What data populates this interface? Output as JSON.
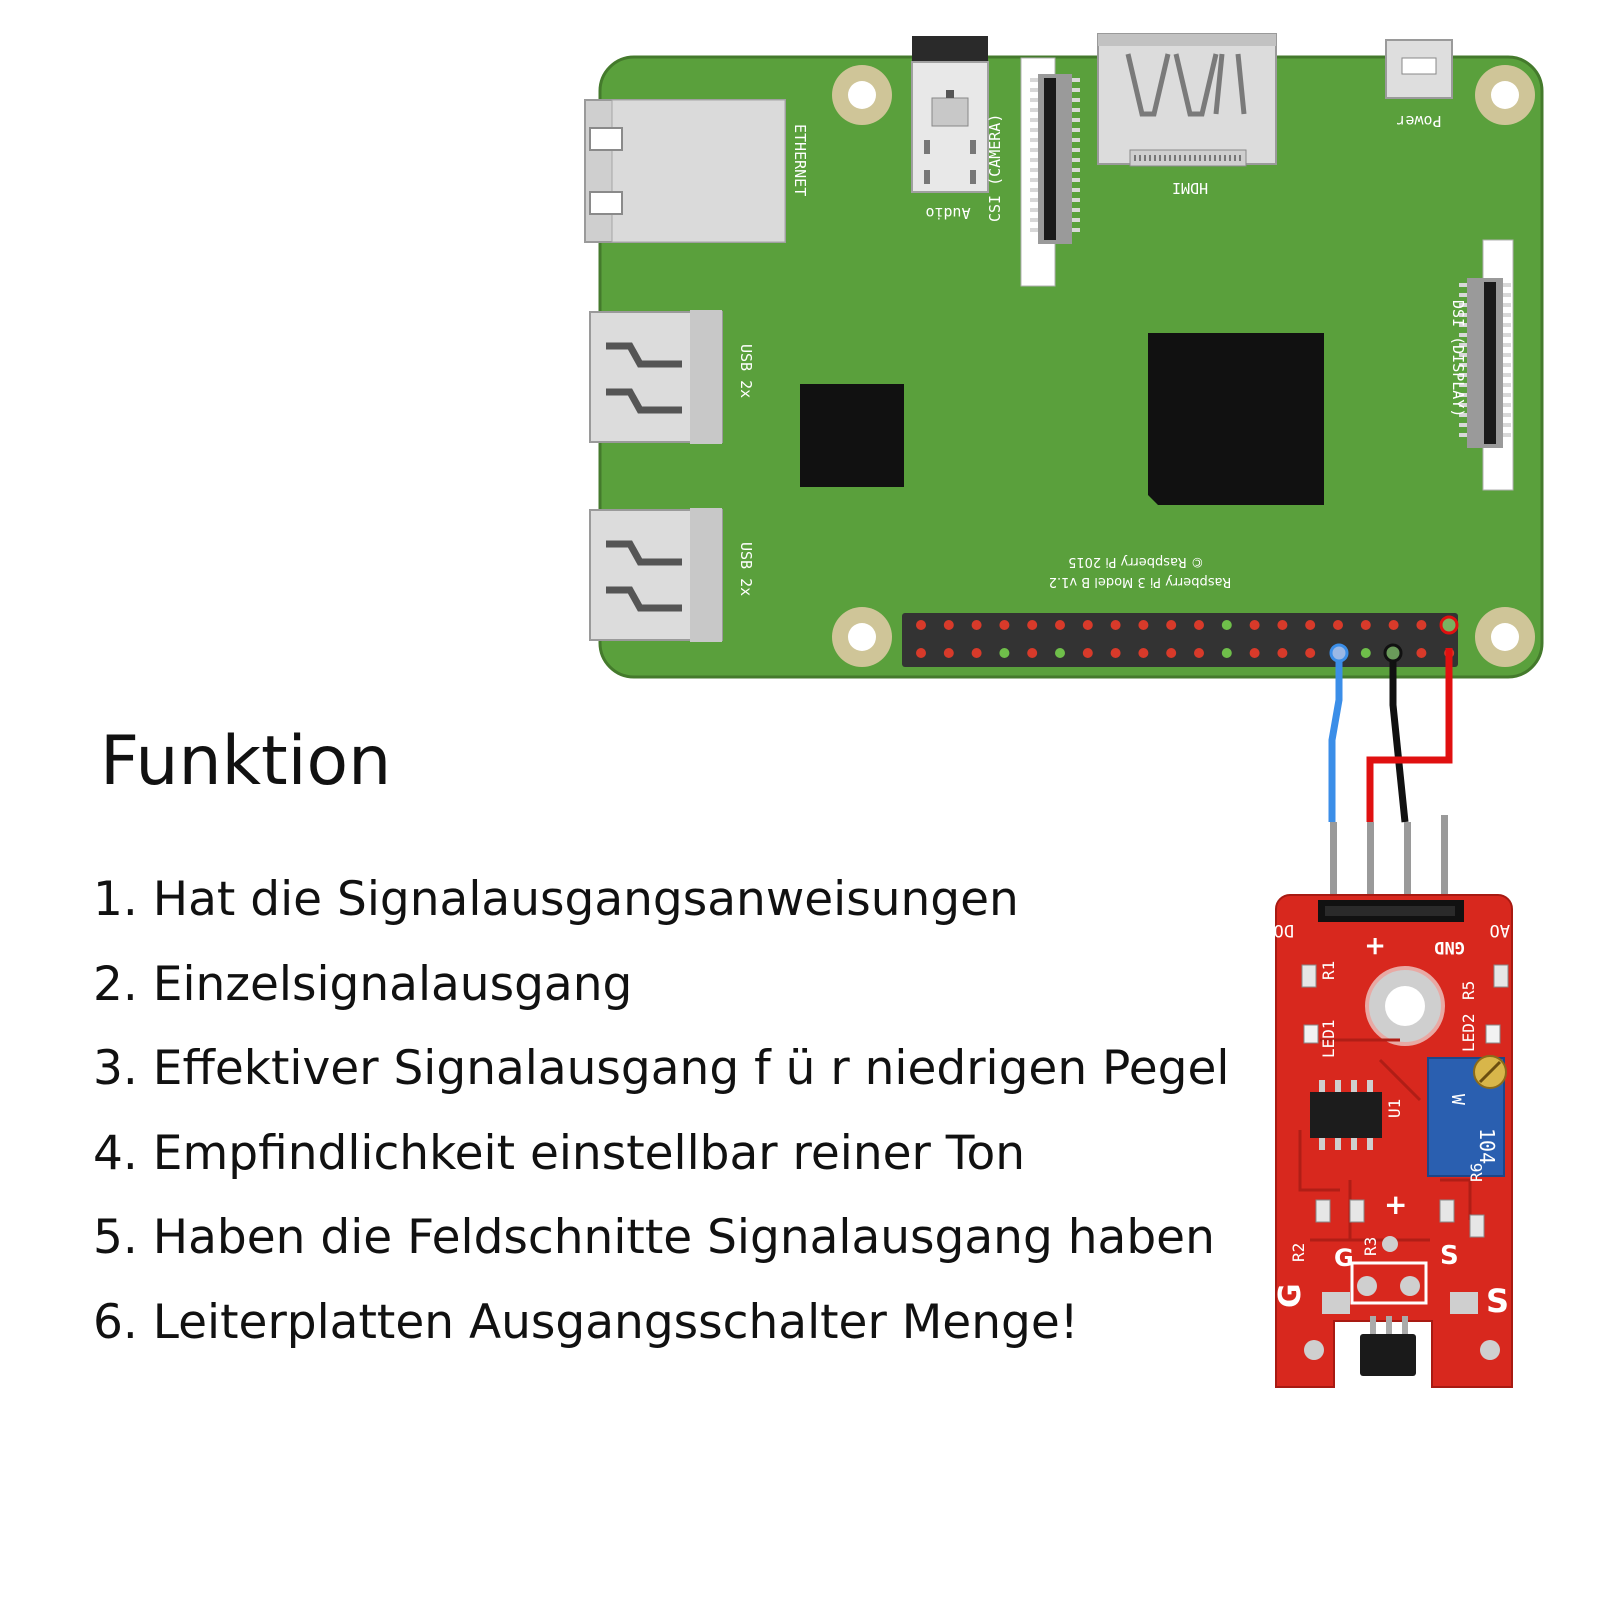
{
  "heading": "Funktion",
  "features": [
    "1. Hat die Signalausgangsanweisungen",
    "2. Einzelsignalausgang",
    "3. Effektiver Signalausgang f ü r niedrigen Pegel",
    "4. Empfindlichkeit einstellbar reiner Ton",
    "5. Haben die Feldschnitte Signalausgang haben",
    "6. Leiterplatten Ausgangsschalter Menge!"
  ],
  "pi_labels": {
    "ethernet": "ETHERNET",
    "audio": "Audio",
    "csi": "CSI (CAMERA)",
    "hdmi": "HDMI",
    "power": "Power",
    "dsi": "DSI (DISPLAY)",
    "usb_top": "USB 2x",
    "usb_bottom": "USB 2x",
    "brand_line1": "© Raspberry Pi 2015",
    "brand_line2": "Raspberry Pi 3 Model B v1.2"
  },
  "sensor_labels": {
    "do": "DO",
    "plus": "+",
    "gnd": "GND",
    "ao": "AO",
    "r1": "R1",
    "r5": "R5",
    "led1": "LED1",
    "led2": "LED2",
    "u1": "U1",
    "pot_code": "104",
    "pot_w": "W",
    "r6": "R6",
    "r2": "R2",
    "r3": "R3",
    "g_inner": "G",
    "s_inner": "S",
    "g_outer": "G",
    "s_outer": "S",
    "pin_plus": "+"
  },
  "colors": {
    "pi_board": "#5aa03c",
    "sensor_board": "#d8281e",
    "wire_signal": "#3b8ee8",
    "wire_ground": "#111111",
    "wire_power": "#e01010"
  }
}
